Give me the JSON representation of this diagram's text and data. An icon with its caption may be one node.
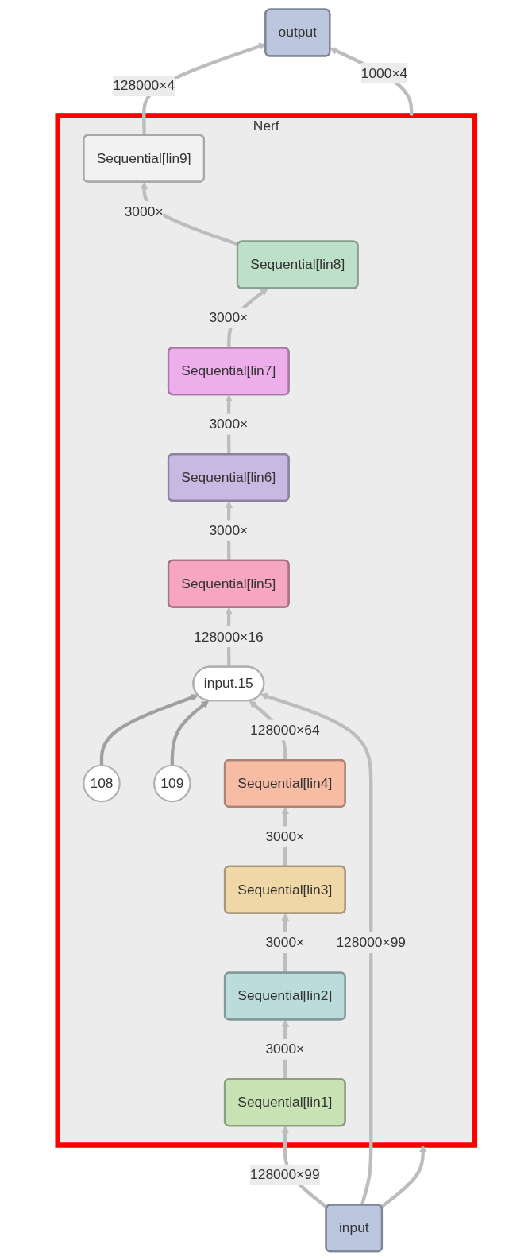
{
  "diagram": {
    "nodes": [
      {
        "text": [
          "output"
        ]
      },
      {
        "text": [
          "Nerf"
        ]
      },
      {
        "text": [
          "Sequential[lin9]"
        ],
        "in": 1
      },
      {
        "text": [
          "Sequential[lin8]"
        ],
        "in": 1
      },
      {
        "text": [
          "Sequential[lin7]"
        ],
        "in": 1
      },
      {
        "text": [
          "Sequential[lin6]"
        ],
        "in": 1
      },
      {
        "text": [
          "Sequential[lin5]"
        ],
        "in": 1
      },
      {
        "text": [
          "108"
        ],
        "in": 1
      },
      {
        "text": [
          "109"
        ],
        "in": 1
      },
      {
        "text": [
          "input.15"
        ],
        "in": 1
      },
      {
        "text": [
          "Sequential[lin4]"
        ],
        "in": 1
      },
      {
        "text": [
          "Sequential[lin3]"
        ],
        "in": 1
      },
      {
        "text": [
          "Sequential[lin2]"
        ],
        "in": 1
      },
      {
        "text": [
          "Sequential[lin1]"
        ],
        "in": 1
      },
      {
        "text": [
          "input"
        ]
      }
    ],
    "edges": [
      {
        "from": 1,
        "to": 0,
        "arrow": "to",
        "label": "1000×4"
      },
      {
        "from": 2,
        "to": 0,
        "arrow": "to",
        "label": "128000×4"
      },
      {
        "from": 3,
        "to": 2,
        "arrow": "to",
        "label": "3000×"
      },
      {
        "from": 4,
        "to": 3,
        "arrow": "to",
        "label": "3000×"
      },
      {
        "from": 5,
        "to": 4,
        "arrow": "to",
        "label": "3000×"
      },
      {
        "from": 6,
        "to": 5,
        "arrow": "to",
        "label": "3000×"
      },
      {
        "from": 9,
        "to": 6,
        "arrow": "to",
        "label": "128000×16"
      },
      {
        "from": 7,
        "to": 9,
        "arrow": "to",
        "color": "#a0a0a0"
      },
      {
        "from": 8,
        "to": 9,
        "arrow": "to",
        "color": "#a0a0a0"
      },
      {
        "from": 10,
        "to": 9,
        "arrow": "to",
        "label": "128000×64"
      },
      {
        "from": 11,
        "to": 10,
        "arrow": "to",
        "label": "3000×"
      },
      {
        "from": 12,
        "to": 11,
        "arrow": "to",
        "label": "3000×"
      },
      {
        "from": 13,
        "to": 12,
        "arrow": "to",
        "label": "3000×"
      },
      {
        "from": 14,
        "to": 13,
        "arrow": "to",
        "label": "128000×99"
      },
      {
        "from": 14,
        "to": 9,
        "arrow": "to",
        "label": "128000×99"
      },
      {
        "from": 14,
        "to": 1,
        "arrow": "to"
      }
    ]
  }
}
